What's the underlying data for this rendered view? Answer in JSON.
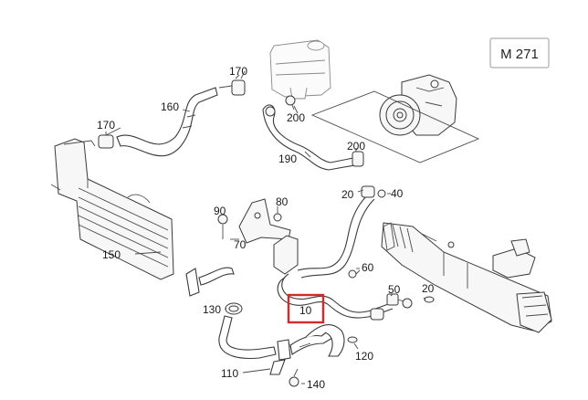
{
  "model_label": "M 271",
  "highlight_color": "#d42a2a",
  "part_labels": {
    "p170a": "170",
    "p160": "160",
    "p170b": "170",
    "p200a": "200",
    "p200b": "200",
    "p190": "190",
    "p20a": "20",
    "p40": "40",
    "p90": "90",
    "p80": "80",
    "p70": "70",
    "p150": "150",
    "p60": "60",
    "p50": "50",
    "p20b": "20",
    "p130": "130",
    "p10": "10",
    "p120": "120",
    "p110": "110",
    "p140": "140"
  }
}
